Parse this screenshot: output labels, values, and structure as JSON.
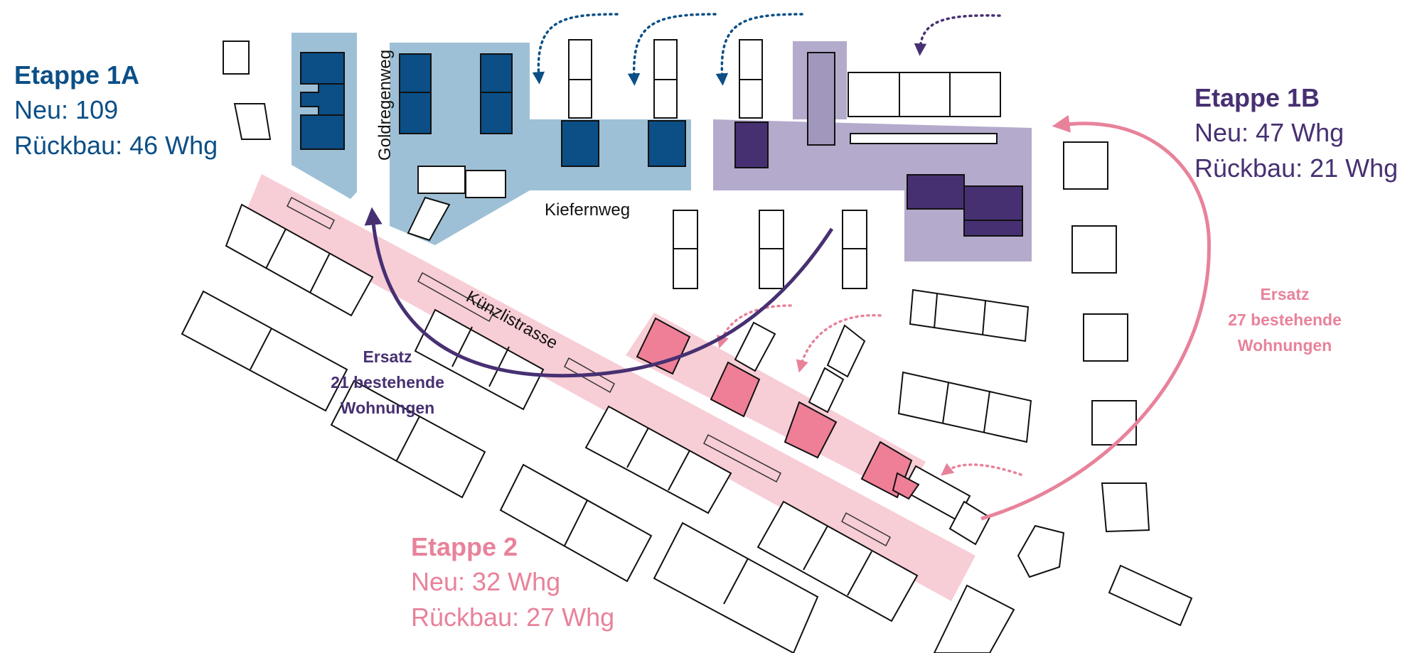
{
  "colors": {
    "stage_1a": "#0b4f86",
    "stage_1a_area": "#9ec0d6",
    "stage_1b": "#473072",
    "stage_1b_area": "#b4aacb",
    "stage_2": "#e8829a",
    "stage_2_area": "#f7cdd6",
    "stage_2_building": "#ee7f97",
    "existing_building": "#ffffff"
  },
  "stages": {
    "s1a": {
      "title": "Etappe 1A",
      "new": "Neu: 109",
      "removal": "Rückbau: 46 Whg"
    },
    "s1b": {
      "title": "Etappe 1B",
      "new": "Neu: 47 Whg",
      "removal": "Rückbau: 21 Whg"
    },
    "s2": {
      "title": "Etappe 2",
      "new": "Neu: 32 Whg",
      "removal": "Rückbau: 27 Whg"
    }
  },
  "replacements": {
    "r1b": {
      "line1": "Ersatz",
      "line2": "21 bestehende",
      "line3": "Wohnungen"
    },
    "r2": {
      "line1": "Ersatz",
      "line2": "27 bestehende",
      "line3": "Wohnungen"
    }
  },
  "streets": {
    "goldregenweg": "Goldregenweg",
    "kiefernweg": "Kiefernweg",
    "kuenzlistrasse": "Künzlistrasse"
  }
}
